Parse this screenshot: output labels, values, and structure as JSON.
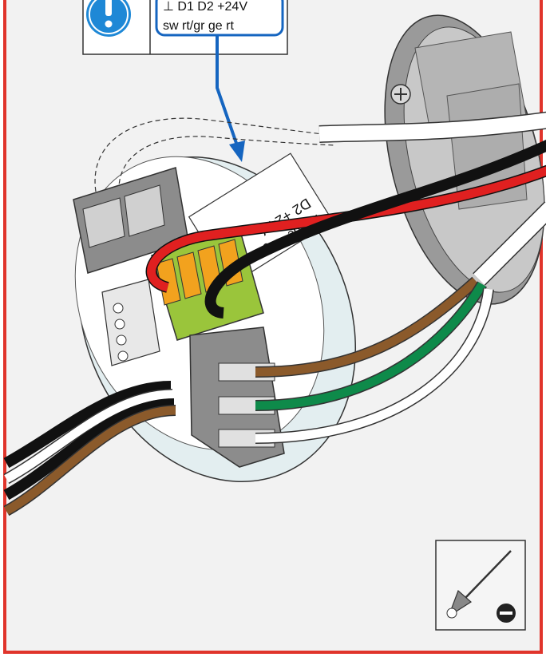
{
  "callout": {
    "line1": "⊥ D1 D2 +24V",
    "line2": "sw rt/gr ge rt"
  },
  "housing_label": {
    "line1": "rt",
    "line2": "ge",
    "line3": "rt/gr",
    "line4": "D2 +24V",
    "line5": "⊥"
  },
  "colors": {
    "frame_red": "#e0342b",
    "background": "#f2f2f2",
    "warning_blue": "#1e88d6",
    "arrow_blue": "#1565c0",
    "wire_black": "#111111",
    "wire_red": "#e02020",
    "wire_brown": "#8b5a2b",
    "wire_green": "#0e8a4a",
    "terminal_green": "#9ac53b",
    "terminal_orange": "#f2a21e",
    "terminal_grey": "#8c8c8c"
  },
  "icons": [
    "warning-exclamation-icon",
    "screwdriver-icon",
    "minus-icon"
  ]
}
